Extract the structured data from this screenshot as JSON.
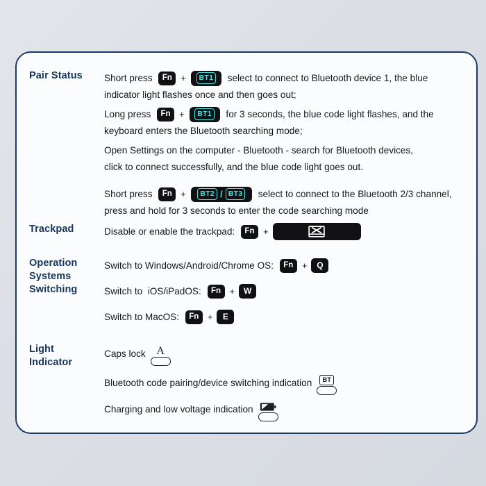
{
  "page": {
    "background_color": "#dee1e7",
    "card_border_color": "#1b3a63",
    "card_background": "#fbfcfe",
    "label_color": "#17365d",
    "key_background": "#111114",
    "key_text_color": "#ffffff",
    "bt_accent_color": "#3fe3e3"
  },
  "sections": [
    {
      "label": "Pair Status",
      "label_lines": [
        "Pair Status"
      ],
      "lines": [
        {
          "id": "pair-short-press-bt1",
          "parts": [
            {
              "type": "text",
              "value": "Short press "
            },
            {
              "type": "key",
              "value": "Fn"
            },
            {
              "type": "plus",
              "value": "+"
            },
            {
              "type": "btkey",
              "value": "BT1"
            },
            {
              "type": "text",
              "value": " select to connect to Bluetooth device 1, the blue"
            }
          ]
        },
        {
          "id": "pair-short-press-bt1-cont",
          "parts": [
            {
              "type": "text",
              "value": "indicator light flashes once and then goes out;"
            }
          ]
        },
        {
          "id": "pair-long-press-bt1",
          "parts": [
            {
              "type": "text",
              "value": "Long press "
            },
            {
              "type": "key",
              "value": "Fn"
            },
            {
              "type": "plus",
              "value": "+"
            },
            {
              "type": "btkey",
              "value": "BT1"
            },
            {
              "type": "text",
              "value": " for 3 seconds, the blue code light flashes, and the"
            }
          ]
        },
        {
          "id": "pair-long-press-bt1-cont",
          "parts": [
            {
              "type": "text",
              "value": "keyboard enters the Bluetooth searching mode;"
            }
          ]
        },
        {
          "id": "pair-open-settings",
          "parts": [
            {
              "type": "text",
              "value": "Open Settings on the computer - Bluetooth - search for Bluetooth devices,"
            }
          ]
        },
        {
          "id": "pair-open-settings-cont",
          "parts": [
            {
              "type": "text",
              "value": "click to connect successfully, and the blue code light goes out."
            }
          ]
        },
        {
          "id": "pair-short-press-bt2-bt3",
          "parts": [
            {
              "type": "text",
              "value": "Short press "
            },
            {
              "type": "key",
              "value": "Fn"
            },
            {
              "type": "plus",
              "value": "+"
            },
            {
              "type": "btkey2",
              "value": [
                "BT2",
                "/",
                "BT3"
              ]
            },
            {
              "type": "text",
              "value": " select to connect to the Bluetooth 2/3 channel,"
            }
          ]
        },
        {
          "id": "pair-short-press-bt2-bt3-cont",
          "parts": [
            {
              "type": "text",
              "value": "press and hold for 3 seconds to enter the code searching mode"
            }
          ]
        }
      ]
    },
    {
      "label": "Trackpad",
      "label_lines": [
        "Trackpad"
      ],
      "lines": [
        {
          "id": "trackpad-toggle",
          "parts": [
            {
              "type": "text",
              "value": "Disable or enable the trackpad: "
            },
            {
              "type": "key",
              "value": "Fn"
            },
            {
              "type": "plus",
              "value": "+"
            },
            {
              "type": "widekey",
              "value": "trackpad-disable-icon"
            }
          ]
        }
      ]
    },
    {
      "label": "Operation Systems Switching",
      "label_lines": [
        "Operation",
        "Systems",
        "Switching"
      ],
      "lines": [
        {
          "id": "os-switch-windows",
          "parts": [
            {
              "type": "text",
              "value": "Switch to Windows/Android/Chrome OS: "
            },
            {
              "type": "key",
              "value": "Fn"
            },
            {
              "type": "plus",
              "value": "+"
            },
            {
              "type": "letterkey",
              "value": "Q"
            }
          ]
        },
        {
          "id": "os-switch-ios",
          "parts": [
            {
              "type": "text",
              "value": "Switch to  iOS/iPadOS: "
            },
            {
              "type": "key",
              "value": "Fn"
            },
            {
              "type": "plus",
              "value": "+"
            },
            {
              "type": "letterkey",
              "value": "W"
            }
          ]
        },
        {
          "id": "os-switch-macos",
          "parts": [
            {
              "type": "text",
              "value": "Switch to MacOS: "
            },
            {
              "type": "key",
              "value": "Fn"
            },
            {
              "type": "plus",
              "value": "+"
            },
            {
              "type": "letterkey",
              "value": "E"
            }
          ]
        }
      ]
    },
    {
      "label": "Light Indicator",
      "label_lines": [
        "Light",
        "Indicator"
      ],
      "lines": [
        {
          "id": "light-caps-lock",
          "parts": [
            {
              "type": "text",
              "value": "Caps lock"
            },
            {
              "type": "indicator",
              "value": "caps-lock-indicator",
              "glyph": "A"
            }
          ]
        },
        {
          "id": "light-bluetooth",
          "parts": [
            {
              "type": "text",
              "value": "Bluetooth code pairing/device switching indication"
            },
            {
              "type": "indicator",
              "value": "bluetooth-indicator",
              "glyph": "BT"
            }
          ]
        },
        {
          "id": "light-charging",
          "parts": [
            {
              "type": "text",
              "value": "Charging and low voltage indication"
            },
            {
              "type": "indicator",
              "value": "battery-indicator",
              "glyph": "battery-icon"
            }
          ]
        }
      ]
    }
  ]
}
